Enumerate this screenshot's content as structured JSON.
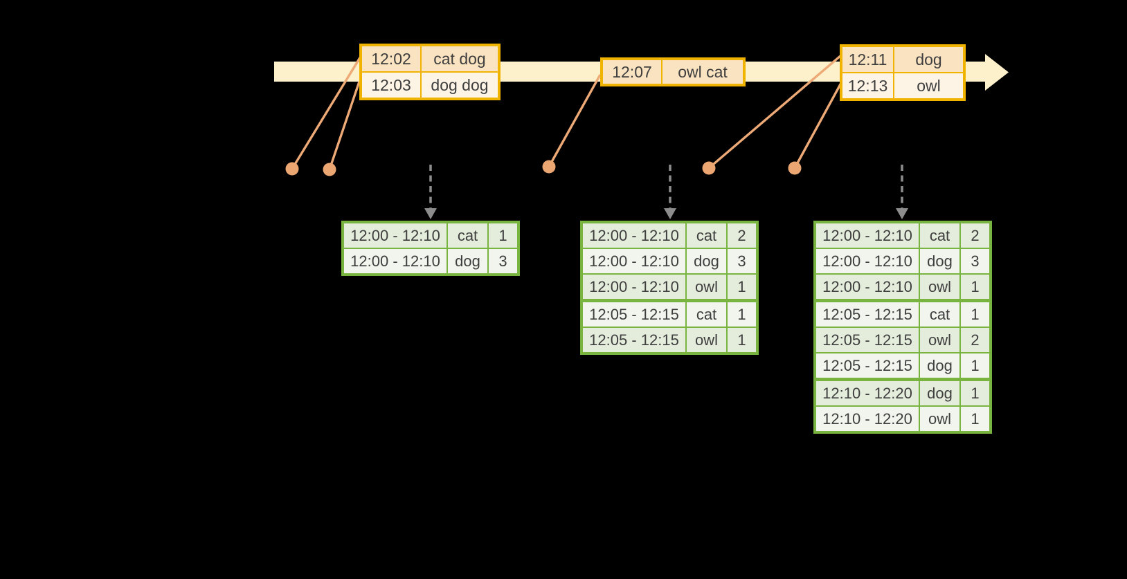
{
  "colors": {
    "background": "#000000",
    "band": "#fdf1cb",
    "event-border": "#f0b400",
    "event-row-dark": "#fae3c1",
    "event-row-light": "#fdf4e5",
    "result-border": "#78b43f",
    "result-row-dark": "#e4ecdb",
    "result-row-light": "#f2f5ed",
    "connector": "#edaa76",
    "dot": "#eca671",
    "trigger-arrow": "#8d8d8d",
    "text": "#3e3e3e"
  },
  "event_tables": [
    {
      "rows": [
        {
          "time": "12:02",
          "words": "cat dog"
        },
        {
          "time": "12:03",
          "words": "dog dog"
        }
      ]
    },
    {
      "rows": [
        {
          "time": "12:07",
          "words": "owl cat"
        }
      ]
    },
    {
      "rows": [
        {
          "time": "12:11",
          "words": "dog"
        },
        {
          "time": "12:13",
          "words": "owl"
        }
      ]
    }
  ],
  "result_tables": [
    {
      "rows": [
        {
          "window": "12:00 - 12:10",
          "word": "cat",
          "count": "1"
        },
        {
          "window": "12:00 - 12:10",
          "word": "dog",
          "count": "3"
        }
      ]
    },
    {
      "rows": [
        {
          "window": "12:00 - 12:10",
          "word": "cat",
          "count": "2"
        },
        {
          "window": "12:00 - 12:10",
          "word": "dog",
          "count": "3"
        },
        {
          "window": "12:00 - 12:10",
          "word": "owl",
          "count": "1"
        },
        {
          "window": "12:05 - 12:15",
          "word": "cat",
          "count": "1"
        },
        {
          "window": "12:05 - 12:15",
          "word": "owl",
          "count": "1"
        }
      ]
    },
    {
      "rows": [
        {
          "window": "12:00 - 12:10",
          "word": "cat",
          "count": "2"
        },
        {
          "window": "12:00 - 12:10",
          "word": "dog",
          "count": "3"
        },
        {
          "window": "12:00 - 12:10",
          "word": "owl",
          "count": "1"
        },
        {
          "window": "12:05 - 12:15",
          "word": "cat",
          "count": "1"
        },
        {
          "window": "12:05 - 12:15",
          "word": "owl",
          "count": "2"
        },
        {
          "window": "12:05 - 12:15",
          "word": "dog",
          "count": "1"
        },
        {
          "window": "12:10 - 12:20",
          "word": "dog",
          "count": "1"
        },
        {
          "window": "12:10 - 12:20",
          "word": "owl",
          "count": "1"
        }
      ]
    }
  ]
}
